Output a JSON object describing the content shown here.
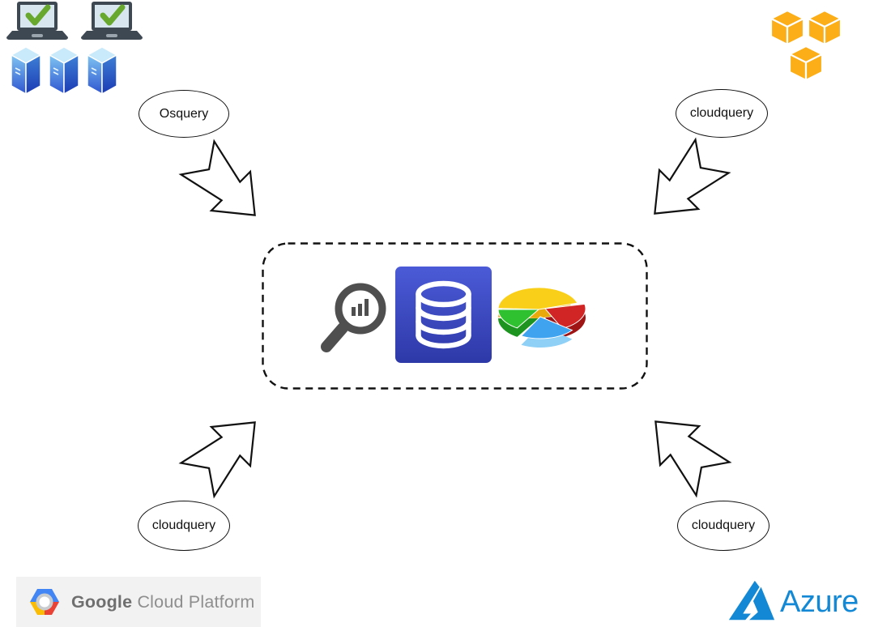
{
  "connectors": {
    "top_left": {
      "label": "Osquery"
    },
    "top_right": {
      "label": "cloudquery"
    },
    "bottom_left": {
      "label": "cloudquery"
    },
    "bottom_right": {
      "label": "cloudquery"
    }
  },
  "nodes": {
    "endpoints": {
      "icons": [
        "laptop-check-icon",
        "laptop-check-icon",
        "server-icon",
        "server-icon",
        "server-icon"
      ]
    },
    "aws": {
      "icon": "aws-cubes-icon"
    },
    "gcp": {
      "icon": "gcp-hexagon-icon",
      "label_bold": "Google",
      "label_rest": "Cloud Platform"
    },
    "azure": {
      "icon": "azure-triangle-icon",
      "label": "Azure"
    },
    "hub": {
      "icons": [
        "search-analytics-icon",
        "database-icon",
        "pie-chart-icon"
      ]
    }
  },
  "colors": {
    "aws_orange": "#FBAE17",
    "azure_blue": "#1389D6",
    "check_green": "#69A82F",
    "laptop_body": "#3E4852",
    "laptop_screen": "#D8E7EF",
    "server_blue_light": "#57A4EC",
    "server_blue_dark": "#1C3BB4",
    "db_tile_top": "#4B5BD7",
    "db_tile_bottom": "#2E39A8",
    "magnifier_gray": "#4F4F4F",
    "pie_yellow": "#F9CF1A",
    "pie_red": "#D12424",
    "pie_blue": "#3FA3EF",
    "pie_green": "#2FC12F",
    "gcp_blue": "#4285F4",
    "gcp_red": "#EA4335",
    "gcp_yellow": "#FBBC05",
    "google_text_bold": "#6F6F6F",
    "google_text_light": "#8E8E8E",
    "outline_black": "#111111"
  }
}
